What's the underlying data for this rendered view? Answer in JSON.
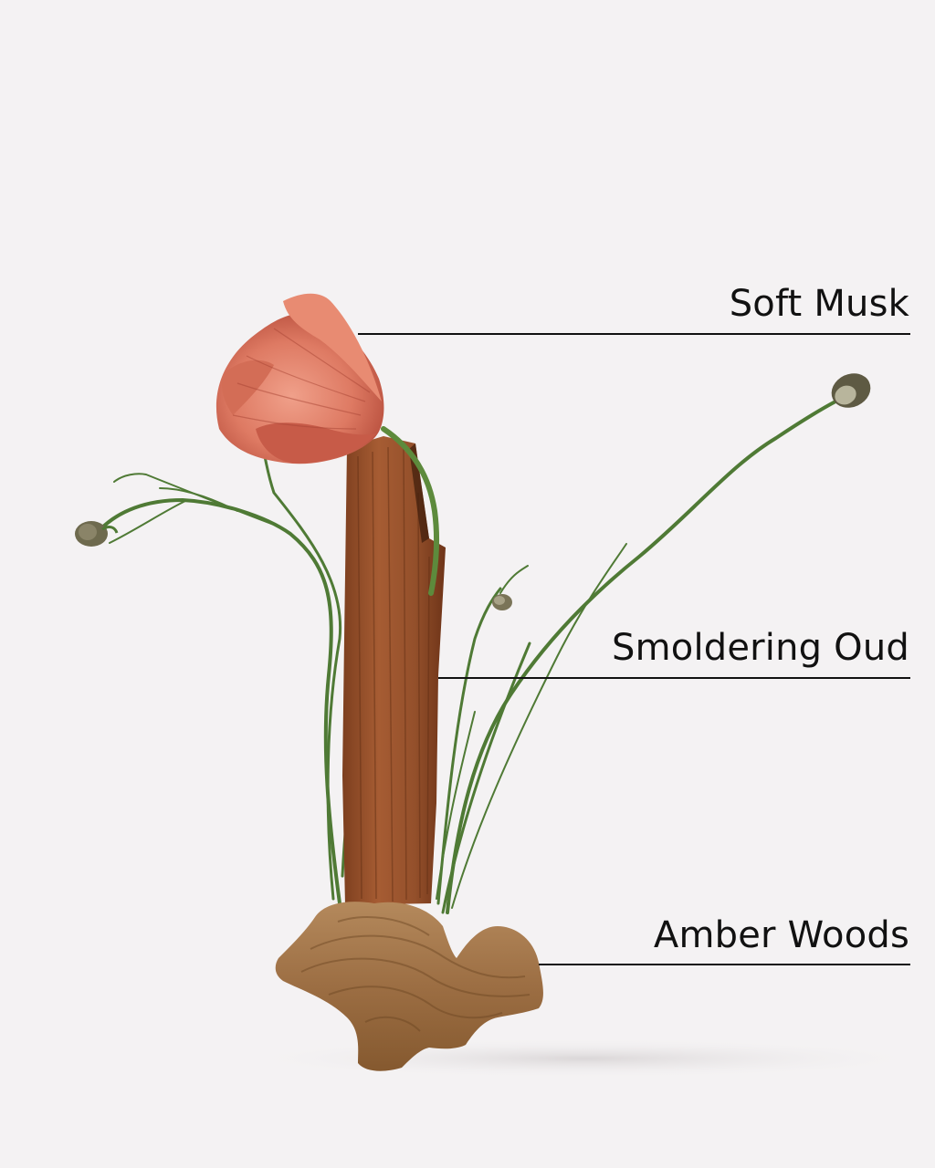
{
  "notes": [
    {
      "label": "Soft Musk"
    },
    {
      "label": "Smoldering Oud"
    },
    {
      "label": "Amber Woods"
    }
  ],
  "colors": {
    "background": "#f4f2f3",
    "text": "#111111",
    "line": "#111111",
    "petal": "#e07e68",
    "petal_dark": "#c55e4c",
    "stem": "#4f7a35",
    "wood_stick": "#9b5530",
    "wood_base": "#a6784c"
  }
}
